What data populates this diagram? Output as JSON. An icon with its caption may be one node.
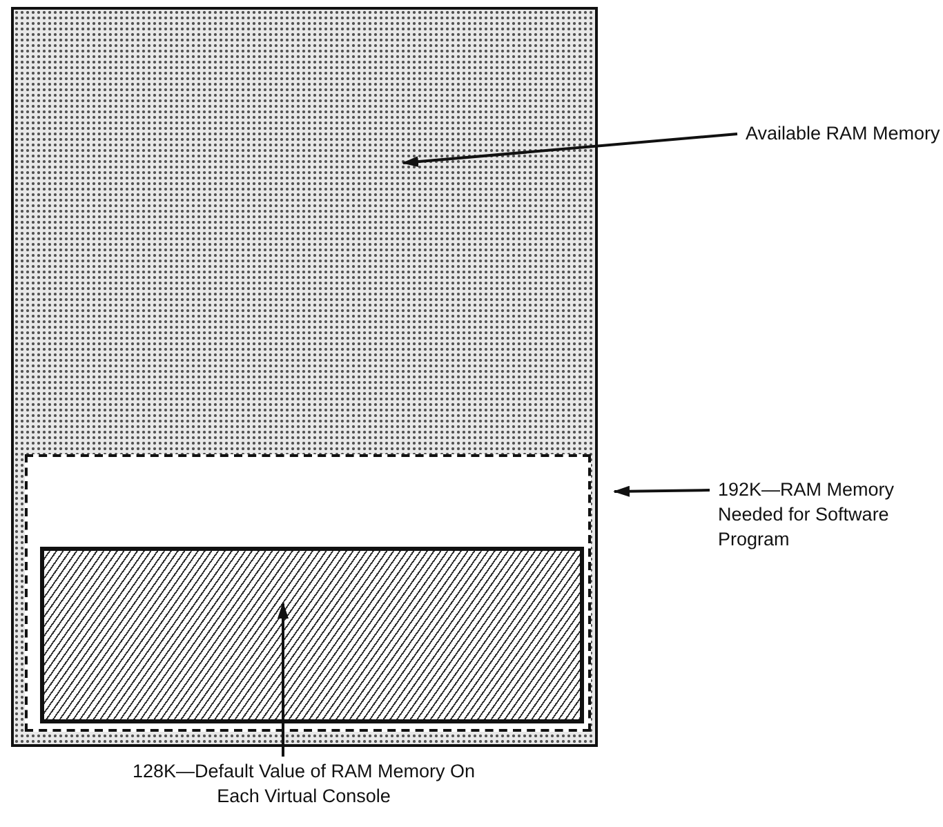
{
  "diagram": {
    "nodes": [
      {
        "text": [],
        "shape": "box"
      },
      {
        "text": [],
        "shape": "box",
        "in": 0
      },
      {
        "text": [],
        "shape": "box",
        "in": 1
      },
      {
        "text": [
          "Available RAM Memory"
        ]
      },
      {
        "text": [
          "192K—RAM Memory Needed for Software Program"
        ]
      },
      {
        "text": [
          "128K—Default Value of RAM Memory On Each Virtual Console"
        ]
      }
    ],
    "edges": [
      {
        "from": 3,
        "to": 0,
        "arrow": "to"
      },
      {
        "from": 4,
        "to": 1,
        "arrow": "to"
      },
      {
        "from": 5,
        "to": 2,
        "arrow": "to"
      }
    ]
  }
}
